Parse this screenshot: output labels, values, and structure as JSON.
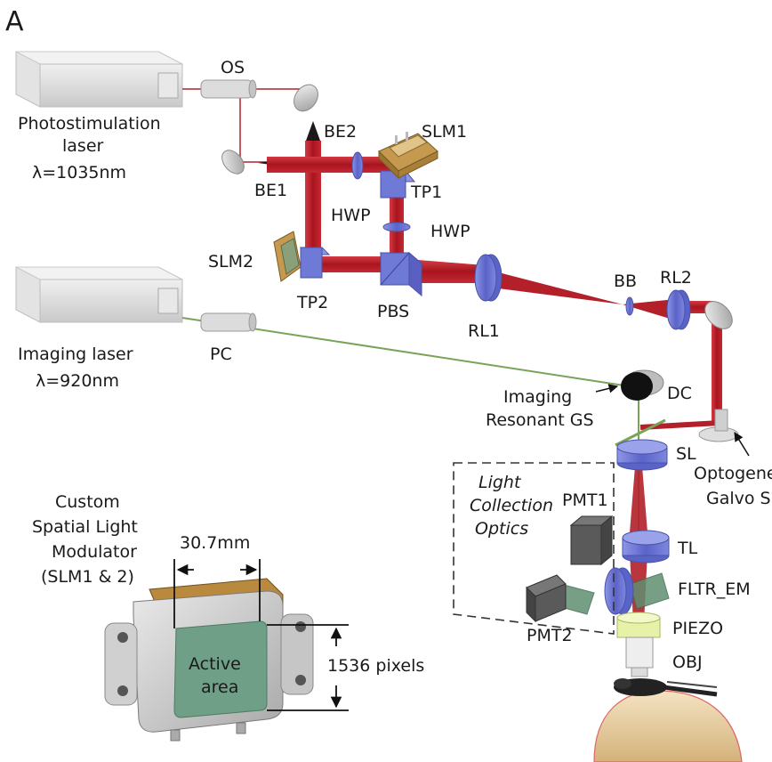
{
  "panel_label": "A",
  "photostim": {
    "line1": "Photostimulation",
    "line2": "laser",
    "line3": "λ=1035nm"
  },
  "imaging": {
    "line1": "Imaging laser",
    "line2": "λ=920nm"
  },
  "components": {
    "os": "OS",
    "be2": "BE2",
    "be1": "BE1",
    "slm1": "SLM1",
    "tp1": "TP1",
    "hwp_left": "HWP",
    "hwp_right": "HWP",
    "slm2": "SLM2",
    "tp2": "TP2",
    "pbs": "PBS",
    "rl1": "RL1",
    "bb": "BB",
    "rl2": "RL2",
    "pc": "PC",
    "dc": "DC",
    "sl": "SL",
    "tl": "TL",
    "fltr_em": "FLTR_EM",
    "piezo": "PIEZO",
    "obj": "OBJ",
    "pmt1": "PMT1",
    "pmt2": "PMT2"
  },
  "imaging_gs": {
    "line1": "Imaging",
    "line2": "Resonant GS"
  },
  "optogen_gs": {
    "line1": "Optogene",
    "line2": "Galvo S"
  },
  "collection": {
    "line1": "Light",
    "line2": "Collection",
    "line3": "Optics"
  },
  "slm_inset": {
    "title1": "Custom",
    "title2": "Spatial Light",
    "title3": "Modulator",
    "title4": "(SLM1 & 2)",
    "width_label": "30.7mm",
    "height_label": "1536 pixels",
    "area1": "Active",
    "area2": "area"
  },
  "colors": {
    "photostim_beam": "#b3202a",
    "imaging_beam": "#7aa35a",
    "optic_blue": "#6f79d6",
    "laser_body": "#d9d9d9",
    "slm_gold": "#b98a3e",
    "piezo_yellow": "#e7f2a8"
  }
}
